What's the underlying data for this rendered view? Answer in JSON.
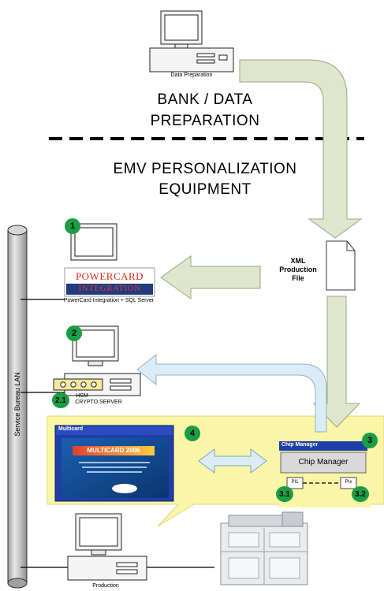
{
  "sections": {
    "top_label_line1": "BANK / DATA",
    "top_label_line2": "PREPARATION",
    "bottom_label_line1": "EMV PERSONALIZATION",
    "bottom_label_line2": "EQUIPMENT"
  },
  "computers": {
    "data_preparation": "Data Preparation",
    "powercard_caption": "PowerCard Integration + SQL Server",
    "hsm_label": "HSM",
    "crypto_caption": "CRYPTO SERVER",
    "production_caption": "Production"
  },
  "logo": {
    "powercard_top": "POWERCARD",
    "powercard_bottom": "INTEGRATION"
  },
  "file": {
    "line1": "XML",
    "line2": "Production",
    "line3": "File"
  },
  "lan": {
    "label": "Service Bureau LAN"
  },
  "multicard": {
    "window_title": "Multicard",
    "banner": "MULTICARD 2006"
  },
  "chip_manager": {
    "window_title": "Chip Manager",
    "button": "Chip Manager",
    "pi1": "PI1",
    "pix": "PIx"
  },
  "badges": {
    "b1": "1",
    "b2": "2",
    "b21": "2.1",
    "b3": "3",
    "b31": "3.1",
    "b32": "3.2",
    "b4": "4"
  },
  "colors": {
    "arrow_fill": "#dfe6cc",
    "arrow_stroke": "#9aa585",
    "yellow_panel": "#fbf5a8",
    "blue_arrow": "#dcecf6",
    "badge_green": "#1a9e45",
    "window_blue": "#1f3fa8"
  }
}
